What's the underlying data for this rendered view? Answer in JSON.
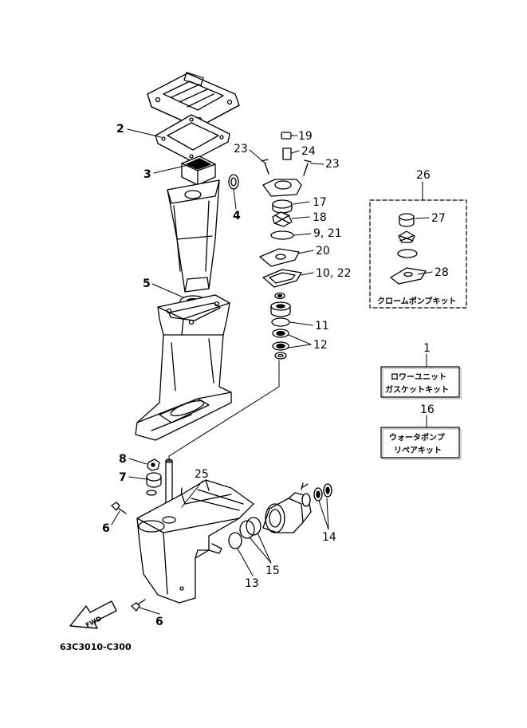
{
  "diagram_code": "63C3010-C300",
  "fwd_label": "FWD",
  "callouts": {
    "c2": "2",
    "c3": "3",
    "c4": "4",
    "c5": "5",
    "c6a": "6",
    "c6b": "6",
    "c7": "7",
    "c8": "8",
    "c9_21": "9, 21",
    "c10_22": "10, 22",
    "c11": "11",
    "c12": "12",
    "c13": "13",
    "c14": "14",
    "c15": "15",
    "c17": "17",
    "c18": "18",
    "c19": "19",
    "c20": "20",
    "c23a": "23",
    "c23b": "23",
    "c24": "24",
    "c25": "25",
    "c26": "26",
    "c27": "27",
    "c28": "28"
  },
  "kits": {
    "chrome_pump": {
      "label": "クロームポンプキット"
    },
    "lower_unit": {
      "number": "1",
      "line1": "ロワーユニット",
      "line2": "ガスケットキット"
    },
    "water_pump": {
      "number": "16",
      "line1": "ウォータポンプ",
      "line2": "リペアキット"
    }
  }
}
